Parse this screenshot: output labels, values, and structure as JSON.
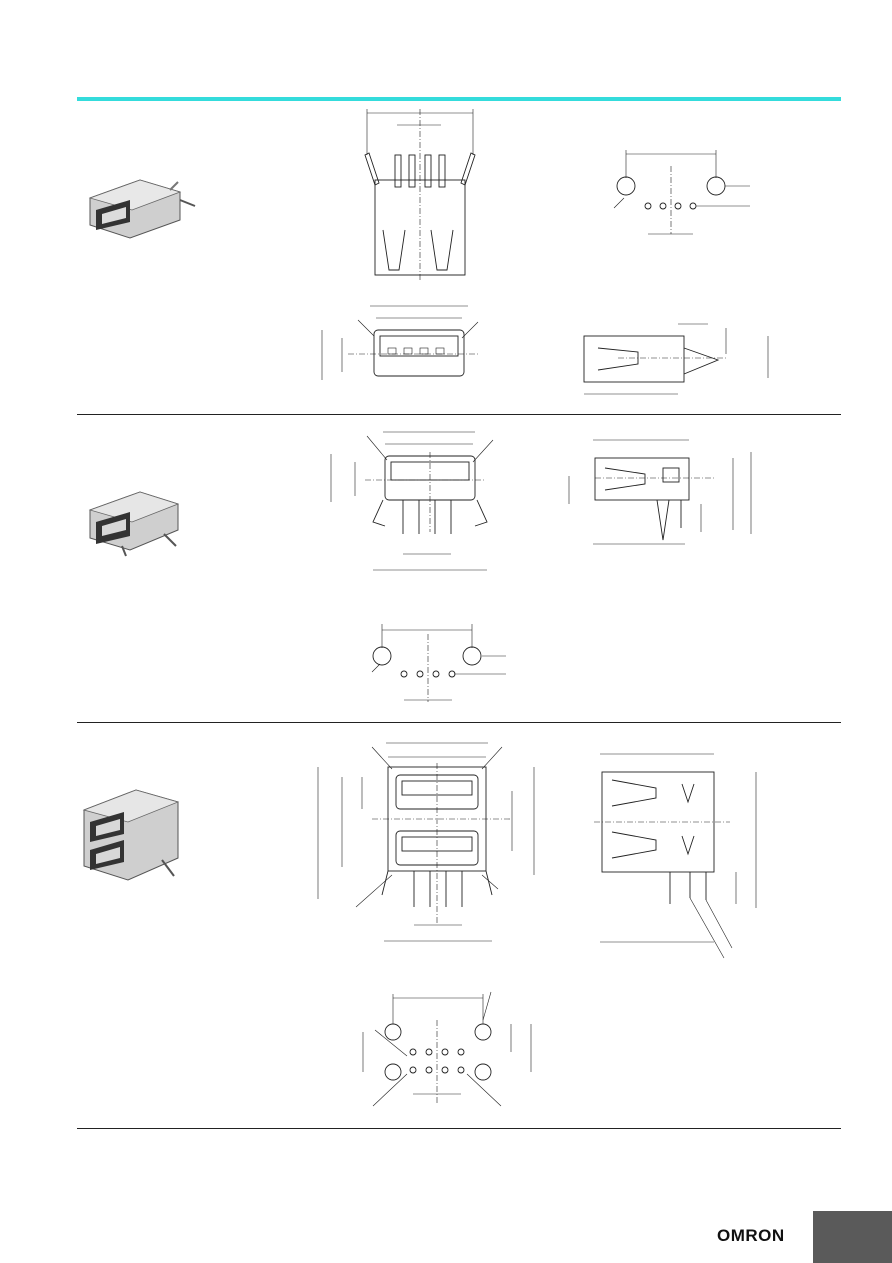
{
  "brand": {
    "logo_text": "OMRON"
  },
  "colors": {
    "header_rule": "#34dcdc",
    "tab": "#5a5a5a",
    "line": "#222222"
  },
  "sections": [
    {
      "id": "section-1"
    },
    {
      "id": "section-2"
    },
    {
      "id": "section-3"
    }
  ]
}
